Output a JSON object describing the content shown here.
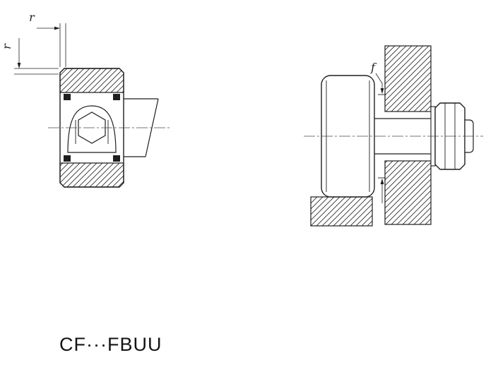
{
  "drawing": {
    "caption": "CF···FBUU",
    "labels": {
      "radius_top": "r",
      "radius_side": "r",
      "offset_f": "f"
    },
    "colors": {
      "line": "#1f1f1f",
      "background": "#ffffff"
    }
  }
}
